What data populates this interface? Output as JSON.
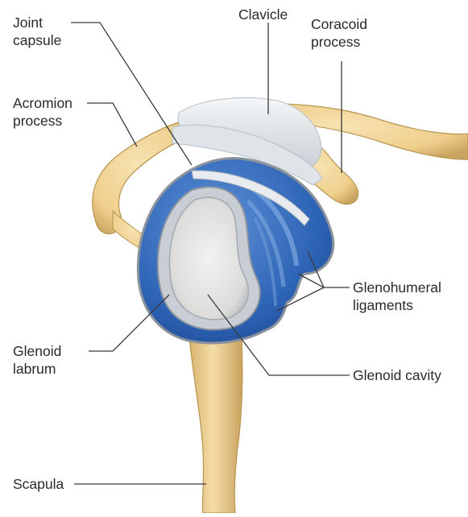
{
  "labels": {
    "joint_capsule": [
      "Joint",
      "capsule"
    ],
    "clavicle": "Clavicle",
    "coracoid_process": [
      "Coracoid",
      "process"
    ],
    "acromion_process": [
      "Acromion",
      "process"
    ],
    "glenohumeral_ligaments": [
      "Glenohumeral",
      "ligaments"
    ],
    "glenoid_labrum": [
      "Glenoid",
      "labrum"
    ],
    "glenoid_cavity": "Glenoid cavity",
    "scapula": "Scapula"
  },
  "colors": {
    "bone": "#efcf8c",
    "bone_shadow": "#c9a460",
    "capsule_blue": "#2d63b5",
    "capsule_dark": "#1f4a94",
    "labrum_gray": "#9aa3ae",
    "cavity_fill": "#e4e4e2",
    "tendon": "#e8ecef",
    "leader_line": "#3a3a3a"
  }
}
